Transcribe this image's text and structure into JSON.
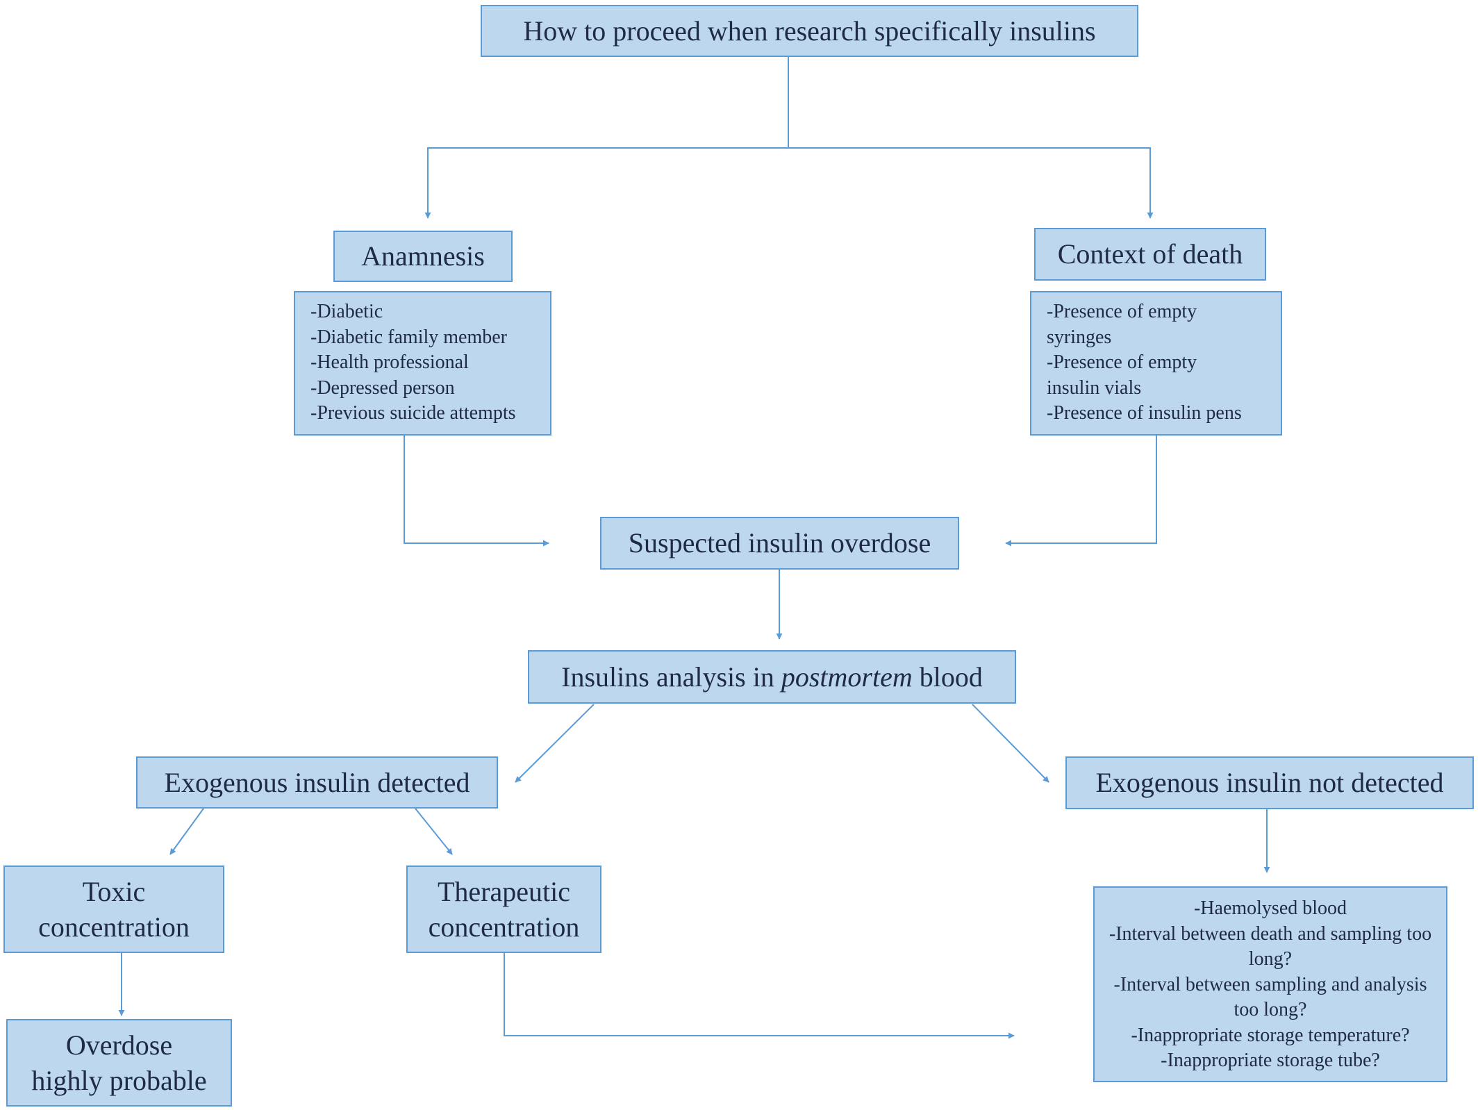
{
  "nodes": {
    "top": "How to proceed when research specifically insulins",
    "anamnesis": "Anamnesis",
    "context_of_death": "Context of death",
    "suspected": "Suspected insulin overdose",
    "analysis": {
      "prefix": "Insulins analysis in ",
      "emphasis": "postmortem",
      "suffix": " blood"
    },
    "exogenous_detected": "Exogenous insulin detected",
    "exogenous_not_detected": "Exogenous insulin not detected",
    "toxic": [
      "Toxic",
      "concentration"
    ],
    "therapeutic": [
      "Therapeutic",
      "concentration"
    ],
    "overdose": [
      "Overdose",
      "highly probable"
    ]
  },
  "anamnesis_items": [
    "-Diabetic",
    "-Diabetic family member",
    "-Health professional",
    "-Depressed person",
    "-Previous suicide attempts"
  ],
  "context_items": [
    "-Presence of empty",
    "syringes",
    "-Presence of empty",
    "insulin vials",
    "-Presence of insulin pens"
  ],
  "not_detected_items": [
    "-Haemolysed blood",
    "-Interval between death and sampling too long?",
    "-Interval between sampling and analysis too long?",
    "-Inappropriate storage temperature?",
    "-Inappropriate storage tube?"
  ],
  "colors": {
    "box_fill": "#bdd7ee",
    "box_border": "#5b9bd5",
    "connector": "#5b9bd5",
    "text": "#1f2a44"
  }
}
